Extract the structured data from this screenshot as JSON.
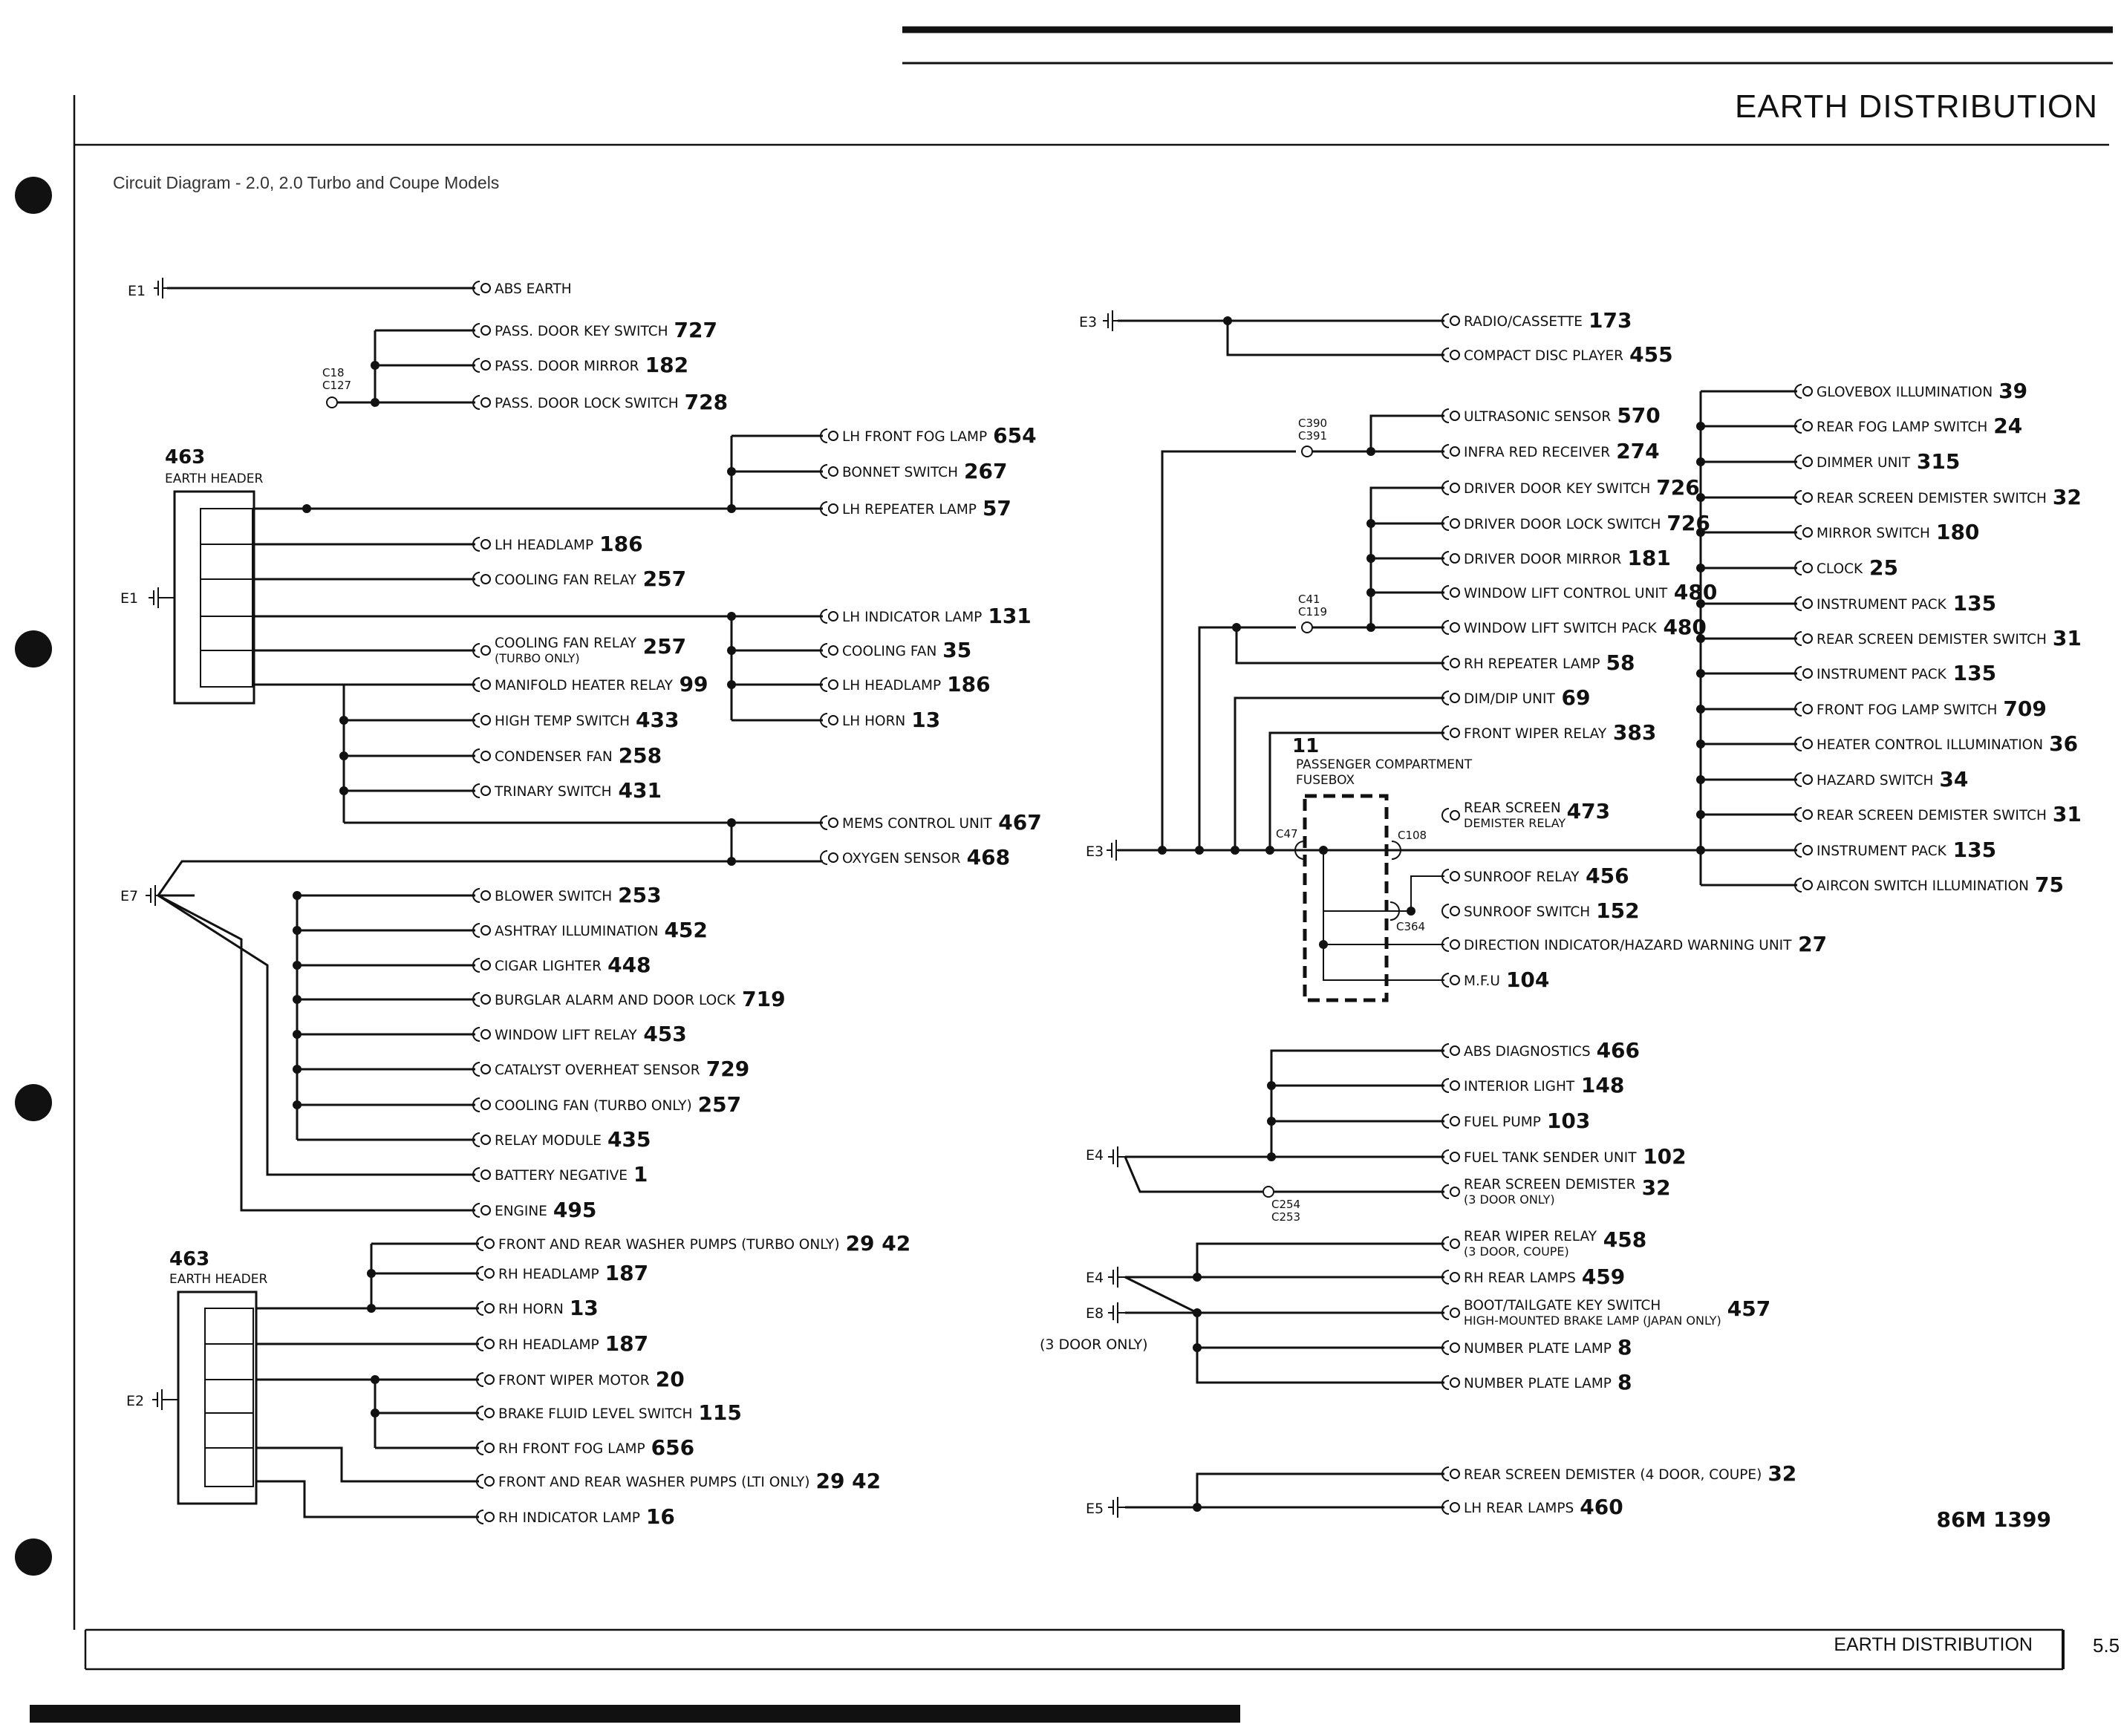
{
  "page": {
    "title": "EARTH DISTRIBUTION",
    "subtitle": "Circuit Diagram - 2.0, 2.0 Turbo and Coupe Models",
    "footer_title": "EARTH DISTRIBUTION",
    "page_number": "5.5",
    "drawing_ref": "86M 1399"
  },
  "earth_points": {
    "e1_top": "E1",
    "e1_mid": "E1",
    "e7": "E7",
    "e2": "E2",
    "e3_top": "E3",
    "e3_mid": "E3",
    "e4_a": "E4",
    "e4_b": "E4",
    "e8": "E8",
    "e8_note": "(3 DOOR ONLY)",
    "e5": "E5"
  },
  "headers": {
    "h1_num": "463",
    "h1_name": "EARTH HEADER",
    "h2_num": "463",
    "h2_name": "EARTH HEADER",
    "fusebox_num": "11",
    "fusebox_l1": "PASSENGER COMPARTMENT",
    "fusebox_l2": "FUSEBOX"
  },
  "connectors": {
    "c18": "C18",
    "c127": "C127",
    "c390": "C390",
    "c391": "C391",
    "c41": "C41",
    "c119": "C119",
    "c47": "C47",
    "c108": "C108",
    "c364": "C364",
    "c254": "C254",
    "c253": "C253"
  },
  "left": {
    "abs_earth": {
      "label": "ABS EARTH",
      "num": ""
    },
    "pass_door_key": {
      "label": "PASS. DOOR KEY SWITCH",
      "num": "727"
    },
    "pass_door_mirror": {
      "label": "PASS. DOOR MIRROR",
      "num": "182"
    },
    "pass_door_lock": {
      "label": "PASS. DOOR LOCK SWITCH",
      "num": "728"
    },
    "lh_front_fog": {
      "label": "LH FRONT FOG LAMP",
      "num": "654"
    },
    "bonnet_switch": {
      "label": "BONNET SWITCH",
      "num": "267"
    },
    "lh_repeater": {
      "label": "LH REPEATER LAMP",
      "num": "57"
    },
    "lh_headlamp_a": {
      "label": "LH HEADLAMP",
      "num": "186"
    },
    "cooling_fan_relay": {
      "label": "COOLING FAN RELAY",
      "num": "257"
    },
    "lh_indicator": {
      "label": "LH INDICATOR LAMP",
      "num": "131"
    },
    "cooling_fan_relay_t": {
      "label": "COOLING FAN RELAY",
      "sub": "(TURBO ONLY)",
      "num": "257"
    },
    "cooling_fan": {
      "label": "COOLING FAN",
      "num": "35"
    },
    "manifold_heater": {
      "label": "MANIFOLD HEATER RELAY",
      "num": "99"
    },
    "lh_headlamp_b": {
      "label": "LH HEADLAMP",
      "num": "186"
    },
    "high_temp": {
      "label": "HIGH TEMP SWITCH",
      "num": "433"
    },
    "lh_horn": {
      "label": "LH HORN",
      "num": "13"
    },
    "condenser_fan": {
      "label": "CONDENSER FAN",
      "num": "258"
    },
    "trinary": {
      "label": "TRINARY SWITCH",
      "num": "431"
    },
    "mems": {
      "label": "MEMS CONTROL UNIT",
      "num": "467"
    },
    "oxygen": {
      "label": "OXYGEN SENSOR",
      "num": "468"
    },
    "blower": {
      "label": "BLOWER SWITCH",
      "num": "253"
    },
    "ashtray": {
      "label": "ASHTRAY ILLUMINATION",
      "num": "452"
    },
    "cigar": {
      "label": "CIGAR LIGHTER",
      "num": "448"
    },
    "burglar": {
      "label": "BURGLAR ALARM AND DOOR LOCK",
      "num": "719"
    },
    "window_relay": {
      "label": "WINDOW LIFT RELAY",
      "num": "453"
    },
    "catalyst": {
      "label": "CATALYST OVERHEAT SENSOR",
      "num": "729"
    },
    "cooling_fan_t": {
      "label": "COOLING FAN (TURBO ONLY)",
      "num": "257"
    },
    "relay_module": {
      "label": "RELAY MODULE",
      "num": "435"
    },
    "battery": {
      "label": "BATTERY NEGATIVE",
      "num": "1"
    },
    "engine": {
      "label": "ENGINE",
      "num": "495"
    },
    "washer_turbo": {
      "label": "FRONT AND REAR WASHER PUMPS (TURBO ONLY)",
      "num": "29  42"
    },
    "rh_headlamp_a": {
      "label": "RH HEADLAMP",
      "num": "187"
    },
    "rh_horn": {
      "label": "RH HORN",
      "num": "13"
    },
    "rh_headlamp_b": {
      "label": "RH HEADLAMP",
      "num": "187"
    },
    "front_wiper": {
      "label": "FRONT WIPER MOTOR",
      "num": "20"
    },
    "brake_fluid": {
      "label": "BRAKE FLUID LEVEL SWITCH",
      "num": "115"
    },
    "rh_front_fog": {
      "label": "RH FRONT FOG LAMP",
      "num": "656"
    },
    "washer_lti": {
      "label": "FRONT AND REAR WASHER PUMPS (LTI ONLY)",
      "num": "29  42"
    },
    "rh_indicator": {
      "label": "RH INDICATOR LAMP",
      "num": "16"
    }
  },
  "mid": {
    "radio": {
      "label": "RADIO/CASSETTE",
      "num": "173"
    },
    "cd": {
      "label": "COMPACT DISC PLAYER",
      "num": "455"
    },
    "ultrasonic": {
      "label": "ULTRASONIC SENSOR",
      "num": "570"
    },
    "infra_red": {
      "label": "INFRA RED RECEIVER",
      "num": "274"
    },
    "drv_key": {
      "label": "DRIVER DOOR KEY SWITCH",
      "num": "726"
    },
    "drv_lock": {
      "label": "DRIVER DOOR LOCK SWITCH",
      "num": "726"
    },
    "drv_mirror": {
      "label": "DRIVER DOOR MIRROR",
      "num": "181"
    },
    "wl_control": {
      "label": "WINDOW LIFT CONTROL UNIT",
      "num": "480"
    },
    "wl_switch": {
      "label": "WINDOW LIFT SWITCH PACK",
      "num": "480"
    },
    "rh_repeater": {
      "label": "RH REPEATER LAMP",
      "num": "58"
    },
    "dim_dip": {
      "label": "DIM/DIP UNIT",
      "num": "69"
    },
    "front_wiper_relay": {
      "label": "FRONT WIPER RELAY",
      "num": "383"
    },
    "rsd_relay": {
      "label": "REAR SCREEN",
      "sub": "DEMISTER RELAY",
      "num": "473"
    },
    "sunroof_relay": {
      "label": "SUNROOF RELAY",
      "num": "456"
    },
    "sunroof_switch": {
      "label": "SUNROOF SWITCH",
      "num": "152"
    },
    "hazard_unit": {
      "label": "DIRECTION INDICATOR/HAZARD WARNING UNIT",
      "num": "27"
    },
    "mfu": {
      "label": "M.F.U",
      "num": "104"
    },
    "abs_diag": {
      "label": "ABS DIAGNOSTICS",
      "num": "466"
    },
    "interior_light": {
      "label": "INTERIOR LIGHT",
      "num": "148"
    },
    "fuel_pump": {
      "label": "FUEL PUMP",
      "num": "103"
    },
    "fuel_sender": {
      "label": "FUEL TANK SENDER UNIT",
      "num": "102"
    },
    "rsd_3door": {
      "label": "REAR SCREEN DEMISTER",
      "sub": "(3 DOOR ONLY)",
      "num": "32"
    },
    "rear_wiper_relay": {
      "label": "REAR WIPER RELAY",
      "sub": "(3 DOOR, COUPE)",
      "num": "458"
    },
    "rh_rear_lamps": {
      "label": "RH REAR LAMPS",
      "num": "459"
    },
    "boot_key": {
      "label": "BOOT/TAILGATE KEY SWITCH",
      "sub": "HIGH-MOUNTED BRAKE LAMP (JAPAN ONLY)",
      "num": "457"
    },
    "plate_a": {
      "label": "NUMBER PLATE LAMP",
      "num": "8"
    },
    "plate_b": {
      "label": "NUMBER PLATE LAMP",
      "num": "8"
    },
    "rsd_4door": {
      "label": "REAR SCREEN DEMISTER (4 DOOR, COUPE)",
      "num": "32"
    },
    "lh_rear_lamps": {
      "label": "LH REAR LAMPS",
      "num": "460"
    }
  },
  "right": {
    "glovebox": {
      "label": "GLOVEBOX ILLUMINATION",
      "num": "39"
    },
    "rear_fog_sw": {
      "label": "REAR FOG LAMP SWITCH",
      "num": "24"
    },
    "dimmer": {
      "label": "DIMMER UNIT",
      "num": "315"
    },
    "rsd_sw_a": {
      "label": "REAR SCREEN DEMISTER SWITCH",
      "num": "32"
    },
    "mirror_sw": {
      "label": "MIRROR SWITCH",
      "num": "180"
    },
    "clock": {
      "label": "CLOCK",
      "num": "25"
    },
    "inst_a": {
      "label": "INSTRUMENT PACK",
      "num": "135"
    },
    "rsd_sw_b": {
      "label": "REAR SCREEN DEMISTER SWITCH",
      "num": "31"
    },
    "inst_b": {
      "label": "INSTRUMENT PACK",
      "num": "135"
    },
    "front_fog_sw": {
      "label": "FRONT FOG LAMP SWITCH",
      "num": "709"
    },
    "heater_illum": {
      "label": "HEATER CONTROL ILLUMINATION",
      "num": "36"
    },
    "hazard_sw": {
      "label": "HAZARD SWITCH",
      "num": "34"
    },
    "rsd_sw_c": {
      "label": "REAR SCREEN DEMISTER SWITCH",
      "num": "31"
    },
    "inst_c": {
      "label": "INSTRUMENT PACK",
      "num": "135"
    },
    "aircon_illum": {
      "label": "AIRCON SWITCH ILLUMINATION",
      "num": "75"
    }
  }
}
